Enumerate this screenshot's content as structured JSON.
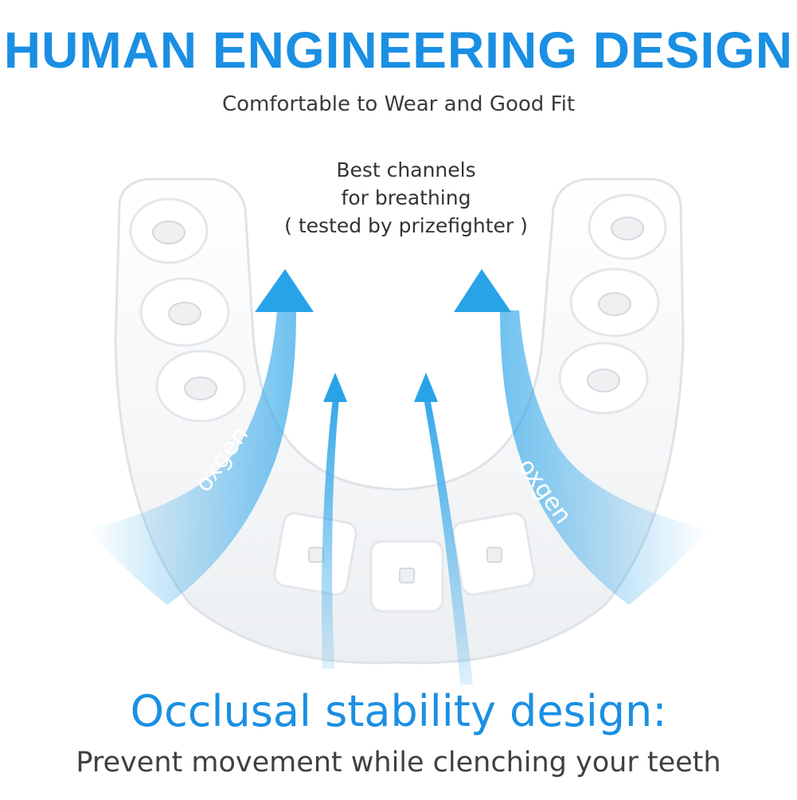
{
  "header": {
    "title": "HUMAN ENGINEERING DESIGN",
    "subtitle": "Comfortable to Wear and Good Fit"
  },
  "callout": {
    "lines": [
      "Best channels",
      "for breathing",
      "( tested by prizefighter )"
    ]
  },
  "arrows": {
    "left_label": "oxgen",
    "right_label": "oxgen"
  },
  "footer": {
    "title": "Occlusal stability design:",
    "subtitle": "Prevent movement while clenching your teeth"
  },
  "colors": {
    "accent": "#1a8fe3",
    "arrow": "#29a3e8",
    "guard": "#f4f6f8"
  },
  "icons": [
    "mouthguard-image",
    "airflow-arrow-icon"
  ]
}
